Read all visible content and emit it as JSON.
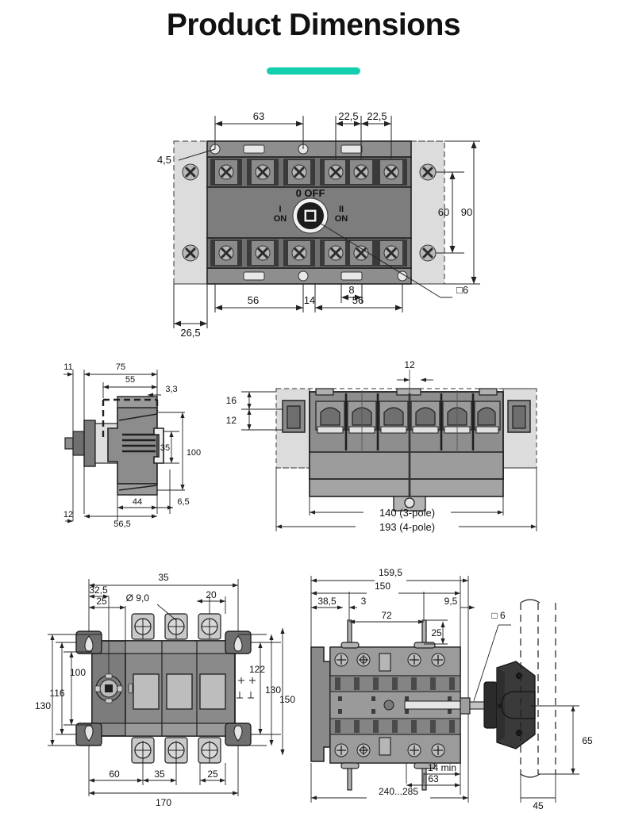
{
  "header": {
    "title": "Product Dimensions",
    "accent_color": "#13cfae"
  },
  "figures": [
    {
      "id": "front-view",
      "name": "front-view-changeover-switch",
      "switch_labels": {
        "off": "0  OFF",
        "left_position": "I",
        "left_state": "ON",
        "right_position": "II",
        "right_state": "ON"
      },
      "dimensions": {
        "top": [
          "63",
          "22,5",
          "22,5"
        ],
        "left": [
          "4,5"
        ],
        "right": [
          "60",
          "90"
        ],
        "bottom": [
          "26,5",
          "56",
          "14",
          "8",
          "56"
        ],
        "callout": "□6"
      }
    },
    {
      "id": "side-view",
      "name": "side-view-profile",
      "dimensions": {
        "top": [
          "11",
          "75",
          "55",
          "3,3"
        ],
        "right": [
          "35",
          "100"
        ],
        "bottom": [
          "12",
          "44",
          "56,5",
          "6,5"
        ]
      }
    },
    {
      "id": "top-view",
      "name": "top-view-terminals",
      "dimensions": {
        "top": [
          "12"
        ],
        "left": [
          "16",
          "12"
        ],
        "bottom": [
          "140 (3-pole)",
          "193 (4-pole)"
        ]
      }
    },
    {
      "id": "mounting-plan-view",
      "name": "mounting-plate-plan-view",
      "dimensions": {
        "top": [
          "35",
          "32,5",
          "25",
          "Ø 9,0",
          "20"
        ],
        "left": [
          "100",
          "116",
          "130"
        ],
        "right": [
          "122",
          "130",
          "150"
        ],
        "bottom": [
          "60",
          "35",
          "25",
          "170"
        ]
      }
    },
    {
      "id": "door-mount-view",
      "name": "door-mounted-handle-side-view",
      "dimensions": {
        "top": [
          "159,5",
          "150",
          "38,5",
          "3",
          "9,5",
          "72",
          "25"
        ],
        "callout": "□ 6",
        "right": [
          "65"
        ],
        "bottom": [
          "14 min",
          "63",
          "240...285",
          "45"
        ]
      }
    }
  ]
}
